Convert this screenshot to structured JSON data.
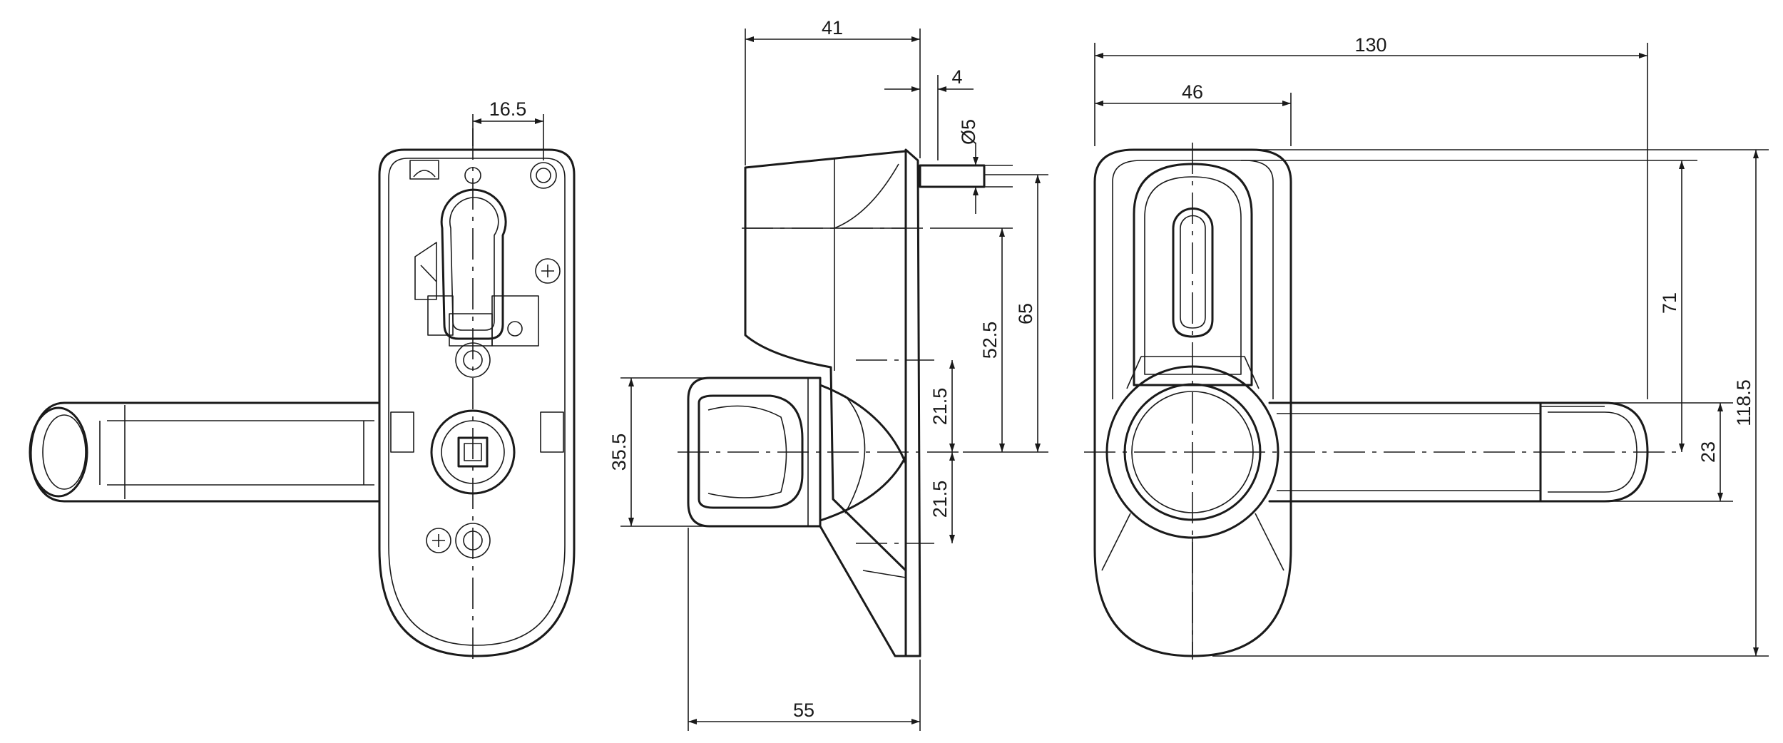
{
  "dimensions": {
    "front_hole_offset": "16.5",
    "side_depth_top": "41",
    "side_pin_offset": "4",
    "side_pin_diameter": "Ø5",
    "side_cyl_to_spindle": "52.5",
    "side_pin_to_spindle": "65",
    "side_upper_half": "21.5",
    "side_lower_half": "21.5",
    "side_rose_diameter": "35.5",
    "side_depth_total": "55",
    "back_total_length": "130",
    "back_plate_width": "46",
    "back_cyl_to_spindle": "71",
    "back_lever_width": "23",
    "back_total_height": "118.5"
  }
}
